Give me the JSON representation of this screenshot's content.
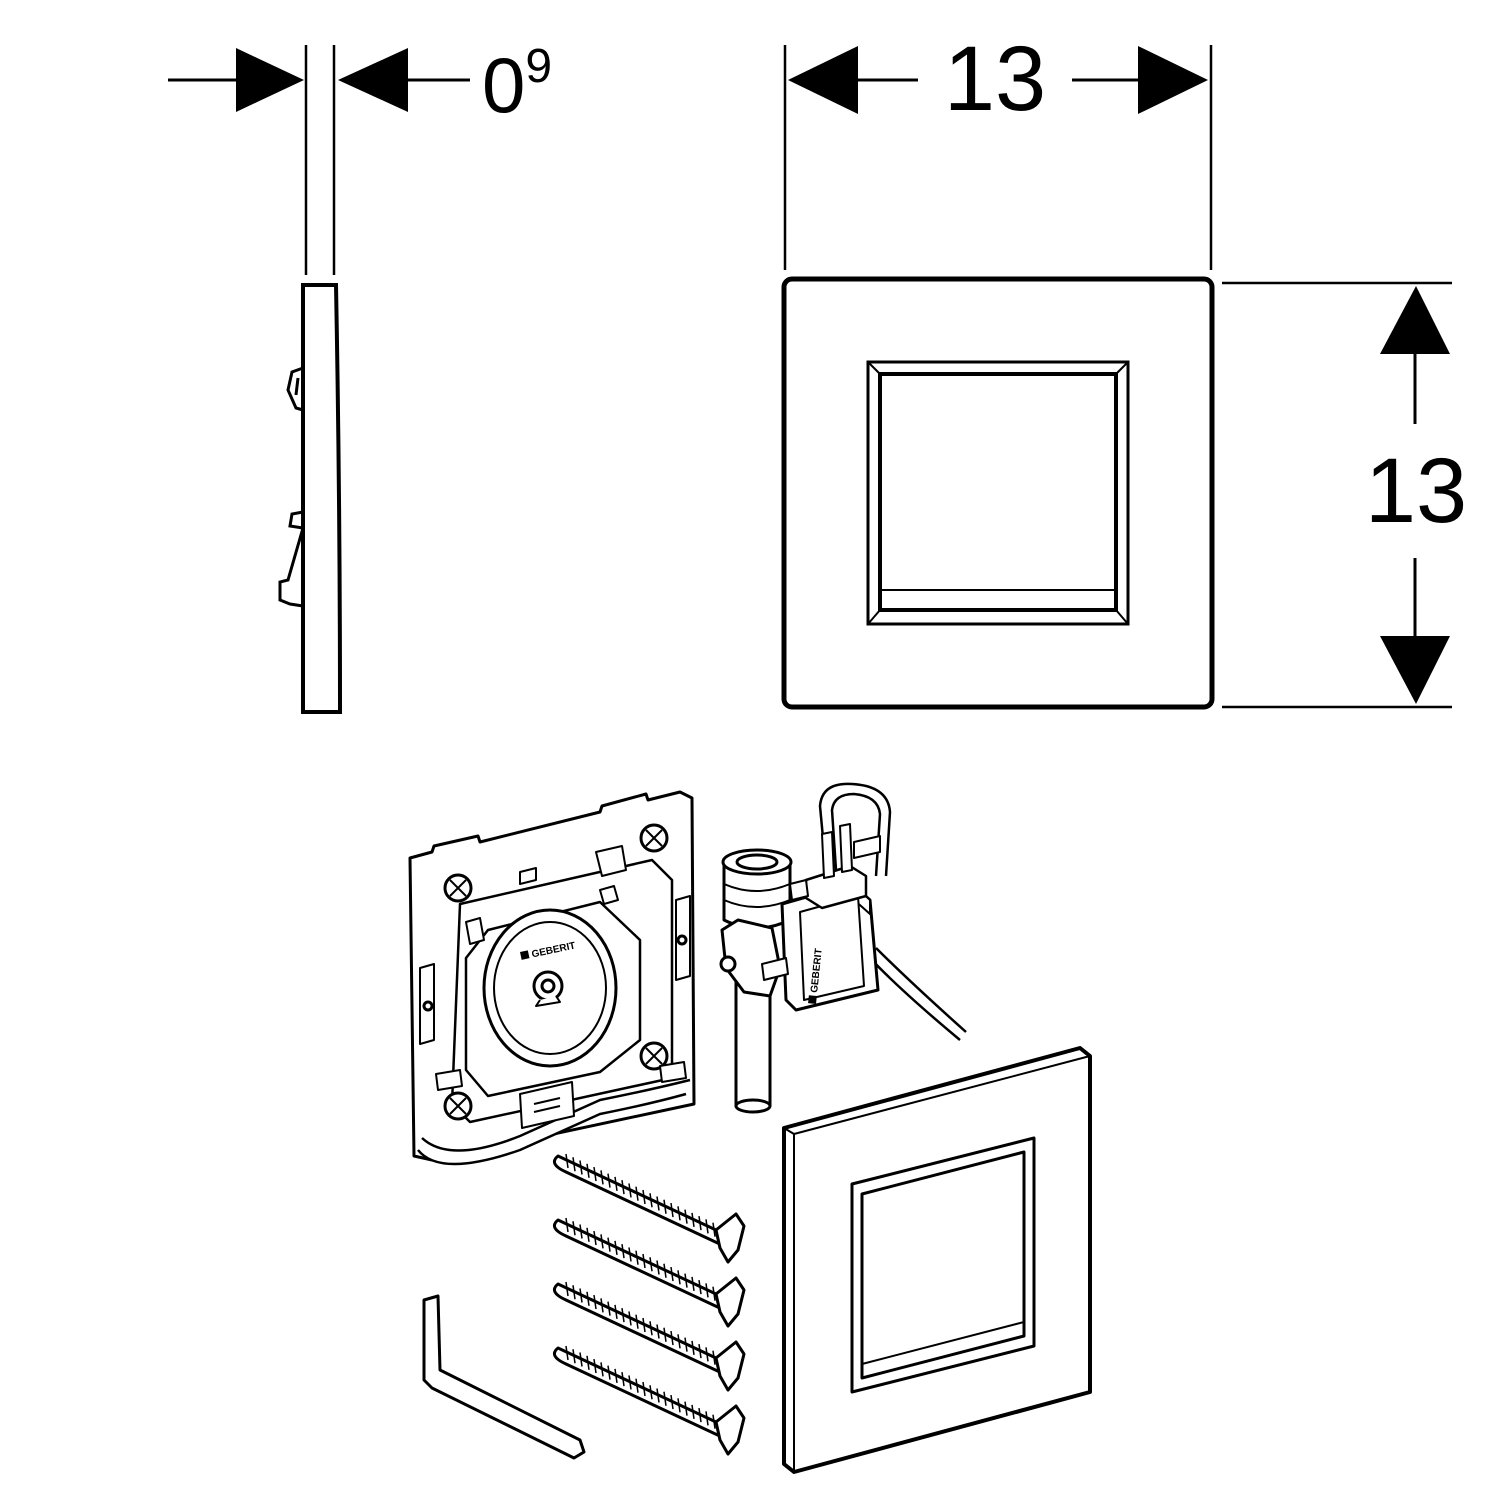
{
  "dimensions": {
    "thickness": {
      "main": "0",
      "sup": "9"
    },
    "width": "13",
    "height": "13"
  },
  "colors": {
    "line": "#000000",
    "background": "#ffffff"
  },
  "logos": {
    "brand": "GEBERIT"
  }
}
